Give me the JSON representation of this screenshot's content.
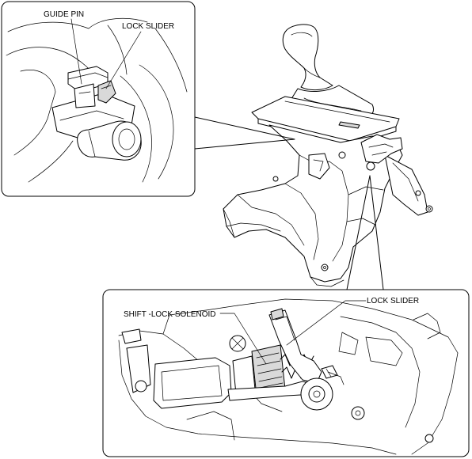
{
  "callouts": {
    "guide_pin": "GUIDE PIN",
    "lock_slider_top": "LOCK SLIDER",
    "shift_lock_solenoid": "SHIFT -LOCK SOLENOID",
    "lock_slider_bottom": "LOCK SLIDER"
  }
}
